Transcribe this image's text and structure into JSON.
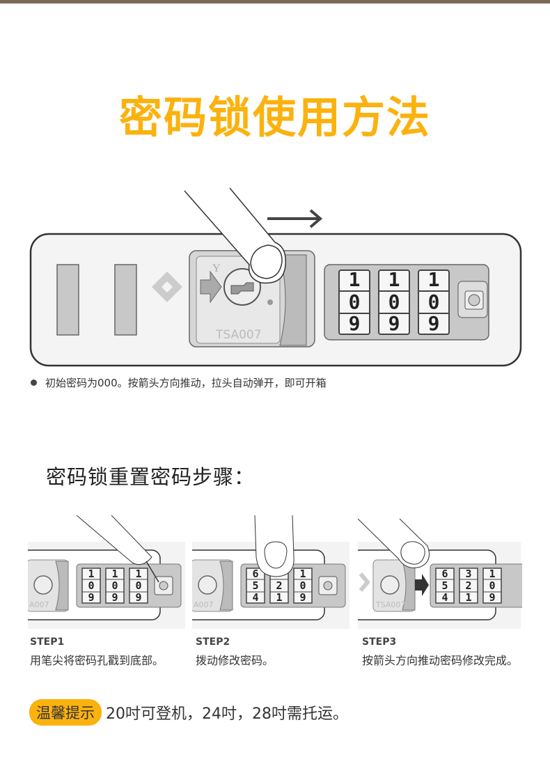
{
  "title": "密码锁使用方法",
  "main_lock": {
    "label": "TSA007",
    "brand": "Y",
    "wheels": [
      {
        "top": "1",
        "mid": "0",
        "bot": "9"
      },
      {
        "top": "1",
        "mid": "0",
        "bot": "9"
      },
      {
        "top": "1",
        "mid": "0",
        "bot": "9"
      }
    ]
  },
  "note": "初始密码为000。按箭头方向推动，拉头自动弹开，即可开箱",
  "subtitle": "密码锁重置密码步骤：",
  "steps": [
    {
      "head": "STEP1",
      "desc": "用笔尖将密码孔戳到底部。",
      "label": "A007",
      "wheels": [
        [
          "1",
          "0",
          "9"
        ],
        [
          "1",
          "0",
          "9"
        ],
        [
          "1",
          "0",
          "9"
        ]
      ]
    },
    {
      "head": "STEP2",
      "desc": "拨动修改密码。",
      "label": "A007",
      "wheels": [
        [
          "6",
          "5",
          "4"
        ],
        [
          "",
          "2",
          "1"
        ],
        [
          "1",
          "0",
          "9"
        ]
      ]
    },
    {
      "head": "STEP3",
      "desc": "按箭头方向推动密码修改完成。",
      "label": "TSA007",
      "wheels": [
        [
          "6",
          "5",
          "4"
        ],
        [
          "3",
          "2",
          "1"
        ],
        [
          "1",
          "0",
          "9"
        ]
      ]
    }
  ],
  "tip": {
    "badge": "温馨提示",
    "text": "20吋可登机，24吋，28吋需托运。"
  },
  "colors": {
    "accent": "#fbb20f"
  }
}
